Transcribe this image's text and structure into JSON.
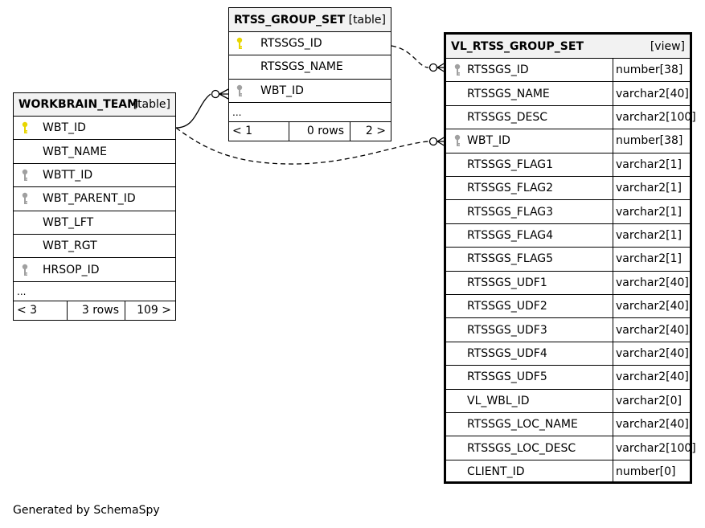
{
  "colors": {
    "primary_key": "#e8d600",
    "foreign_key": "#a0a0a0",
    "header_bg": "#f2f2f2"
  },
  "workbrain_team": {
    "name": "WORKBRAIN_TEAM",
    "kind": "[table]",
    "columns": [
      {
        "name": "WBT_ID",
        "key": "primary"
      },
      {
        "name": "WBT_NAME",
        "key": "none"
      },
      {
        "name": "WBTT_ID",
        "key": "foreign"
      },
      {
        "name": "WBT_PARENT_ID",
        "key": "foreign"
      },
      {
        "name": "WBT_LFT",
        "key": "none"
      },
      {
        "name": "WBT_RGT",
        "key": "none"
      },
      {
        "name": "HRSOP_ID",
        "key": "foreign"
      }
    ],
    "ellipsis": "...",
    "footer": {
      "left": "< 3",
      "middle": "3 rows",
      "right": "109 >"
    }
  },
  "rtss_group_set": {
    "name": "RTSS_GROUP_SET",
    "kind": "[table]",
    "columns": [
      {
        "name": "RTSSGS_ID",
        "key": "primary"
      },
      {
        "name": "RTSSGS_NAME",
        "key": "none"
      },
      {
        "name": "WBT_ID",
        "key": "foreign"
      }
    ],
    "ellipsis": "...",
    "footer": {
      "left": "< 1",
      "middle": "0 rows",
      "right": "2 >"
    }
  },
  "vl_rtss_group_set": {
    "name": "VL_RTSS_GROUP_SET",
    "kind": "[view]",
    "columns": [
      {
        "name": "RTSSGS_ID",
        "type": "number[38]",
        "key": "foreign"
      },
      {
        "name": "RTSSGS_NAME",
        "type": "varchar2[40]",
        "key": "none"
      },
      {
        "name": "RTSSGS_DESC",
        "type": "varchar2[100]",
        "key": "none"
      },
      {
        "name": "WBT_ID",
        "type": "number[38]",
        "key": "foreign"
      },
      {
        "name": "RTSSGS_FLAG1",
        "type": "varchar2[1]",
        "key": "none"
      },
      {
        "name": "RTSSGS_FLAG2",
        "type": "varchar2[1]",
        "key": "none"
      },
      {
        "name": "RTSSGS_FLAG3",
        "type": "varchar2[1]",
        "key": "none"
      },
      {
        "name": "RTSSGS_FLAG4",
        "type": "varchar2[1]",
        "key": "none"
      },
      {
        "name": "RTSSGS_FLAG5",
        "type": "varchar2[1]",
        "key": "none"
      },
      {
        "name": "RTSSGS_UDF1",
        "type": "varchar2[40]",
        "key": "none"
      },
      {
        "name": "RTSSGS_UDF2",
        "type": "varchar2[40]",
        "key": "none"
      },
      {
        "name": "RTSSGS_UDF3",
        "type": "varchar2[40]",
        "key": "none"
      },
      {
        "name": "RTSSGS_UDF4",
        "type": "varchar2[40]",
        "key": "none"
      },
      {
        "name": "RTSSGS_UDF5",
        "type": "varchar2[40]",
        "key": "none"
      },
      {
        "name": "VL_WBL_ID",
        "type": "varchar2[0]",
        "key": "none"
      },
      {
        "name": "RTSSGS_LOC_NAME",
        "type": "varchar2[40]",
        "key": "none"
      },
      {
        "name": "RTSSGS_LOC_DESC",
        "type": "varchar2[100]",
        "key": "none"
      },
      {
        "name": "CLIENT_ID",
        "type": "number[0]",
        "key": "none"
      }
    ]
  },
  "footer_note": "Generated by SchemaSpy"
}
